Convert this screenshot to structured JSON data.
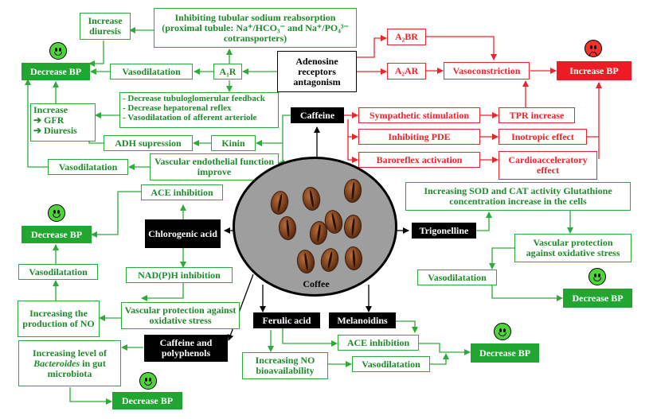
{
  "nodes": {
    "increase_diuresis": "Increase diuresis",
    "inhibiting_tubular": "Inhibiting tubular sodium reabsorption (proximal tubule: Na⁺/HCO₃⁻ and Na⁺/PO₄³⁻ cotransporters)",
    "a2br": "A₂BR",
    "a2ar": "A₂AR",
    "adenosine": "Adenosine receptors antagonism",
    "vasoconstriction": "Vasoconstriction",
    "increase_bp": "Increase BP",
    "decrease_bp_1": "Decrease BP",
    "vasodilatation_1": "Vasodilatation",
    "a1r": "A₁R",
    "a1r_effects": [
      "- Decrease tubuloglomerular feedback",
      "- Decrease hepatorenal reflex",
      "- Vasodilatation of afferent arteriole"
    ],
    "increase_gfr": [
      "Increase",
      "➔ GFR",
      "➔ Diuresis"
    ],
    "caffeine": "Caffeine",
    "sympathetic": "Sympathetic stimulation",
    "tpr": "TPR increase",
    "inhibiting_pde": "Inhibiting PDE",
    "inotropic": "Inotropic effect",
    "baroreflex": "Baroreflex activation",
    "cardioacceleratory": "Cardioacceleratory effect",
    "adh": "ADH supression",
    "kinin": "Kinin",
    "vasodilatation_2": "Vasodilatation",
    "vascular_endothelial": "Vascular endothelial function improve",
    "ace_1": "ACE inhibition",
    "decrease_bp_2": "Decrease BP",
    "chlorogenic": "Chlorogenic acid",
    "vasodilatation_3": "Vasodilatation",
    "nadph": "NAD(P)H inhibition",
    "increasing_no": "Increasing the production of NO",
    "vascular_protection_1": "Vascular protection against oxidative stress",
    "bacteroides_pre": "Increasing level of ",
    "bacteroides_it": "Bacteroides",
    "bacteroides_post": " in gut microbiota",
    "caffeine_poly": "Caffeine and polyphenols",
    "decrease_bp_3": "Decrease BP",
    "sod_cat": "Increasing SOD and CAT activity Glutathione concentration increase in the cells",
    "trigonelline": "Trigonelline",
    "vascular_protection_2": "Vascular protection against oxidative stress",
    "vasodilatation_4": "Vasodilatation",
    "decrease_bp_4": "Decrease BP",
    "ferulic": "Ferulic acid",
    "melanoidins": "Melanoidins",
    "ace_2": "ACE inhibition",
    "decrease_bp_5": "Decrease BP",
    "increasing_no_bio": "Increasing NO bioavailability",
    "vasodilatation_5": "Vasodilatation",
    "coffee": "Coffee"
  },
  "colors": {
    "green": "#2eaa3a",
    "green_fill": "#20a631",
    "red": "#e8262b",
    "black": "#000000"
  }
}
